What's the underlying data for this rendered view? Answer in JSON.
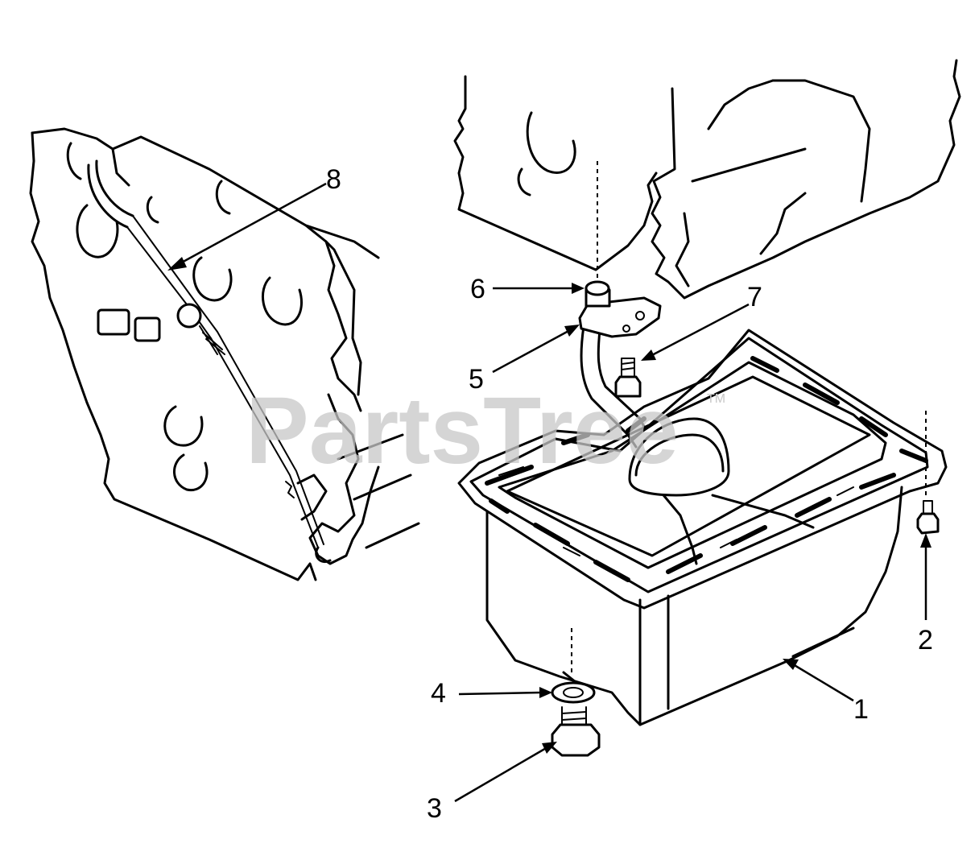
{
  "watermark": {
    "text": "PartsTree",
    "trademark": "TM"
  },
  "callouts": [
    {
      "id": "1",
      "label": "1"
    },
    {
      "id": "2",
      "label": "2"
    },
    {
      "id": "3",
      "label": "3"
    },
    {
      "id": "4",
      "label": "4"
    },
    {
      "id": "5",
      "label": "5"
    },
    {
      "id": "6",
      "label": "6"
    },
    {
      "id": "7",
      "label": "7"
    },
    {
      "id": "8",
      "label": "8"
    }
  ]
}
